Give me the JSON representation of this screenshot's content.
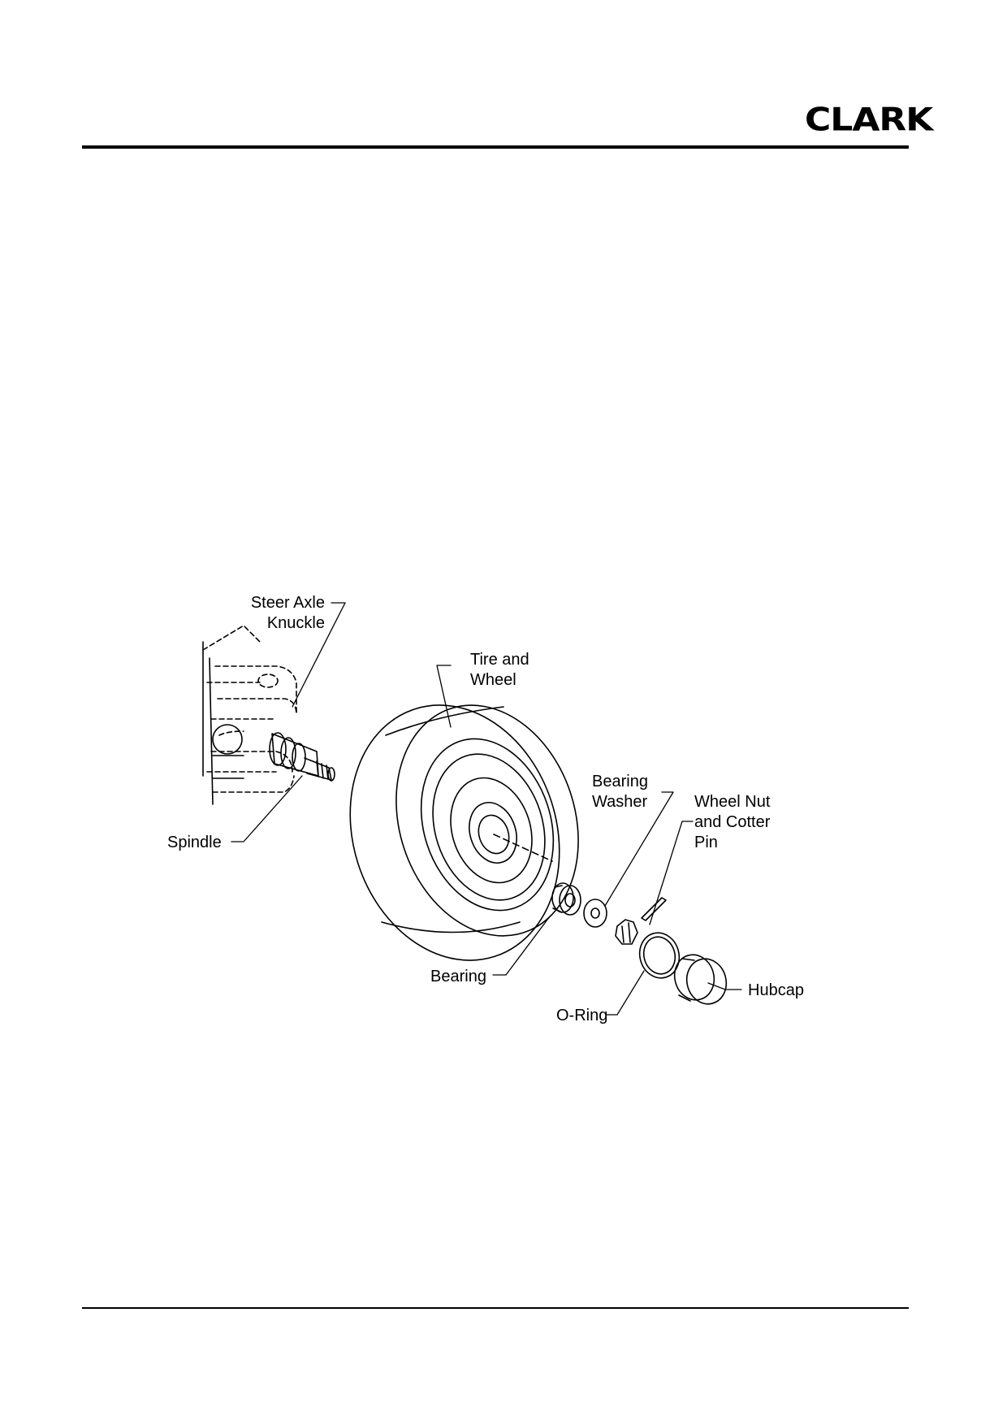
{
  "header": {
    "logo_text": "CLARK"
  },
  "figure": {
    "labels": {
      "steer_axle_knuckle": "Steer Axle\nKnuckle",
      "tire_and_wheel": "Tire and\nWheel",
      "spindle": "Spindle",
      "bearing_washer": "Bearing\nWasher",
      "wheel_nut_cotter_pin": "Wheel Nut\nand Cotter\nPin",
      "bearing": "Bearing",
      "o_ring": "O-Ring",
      "hubcap": "Hubcap"
    }
  }
}
